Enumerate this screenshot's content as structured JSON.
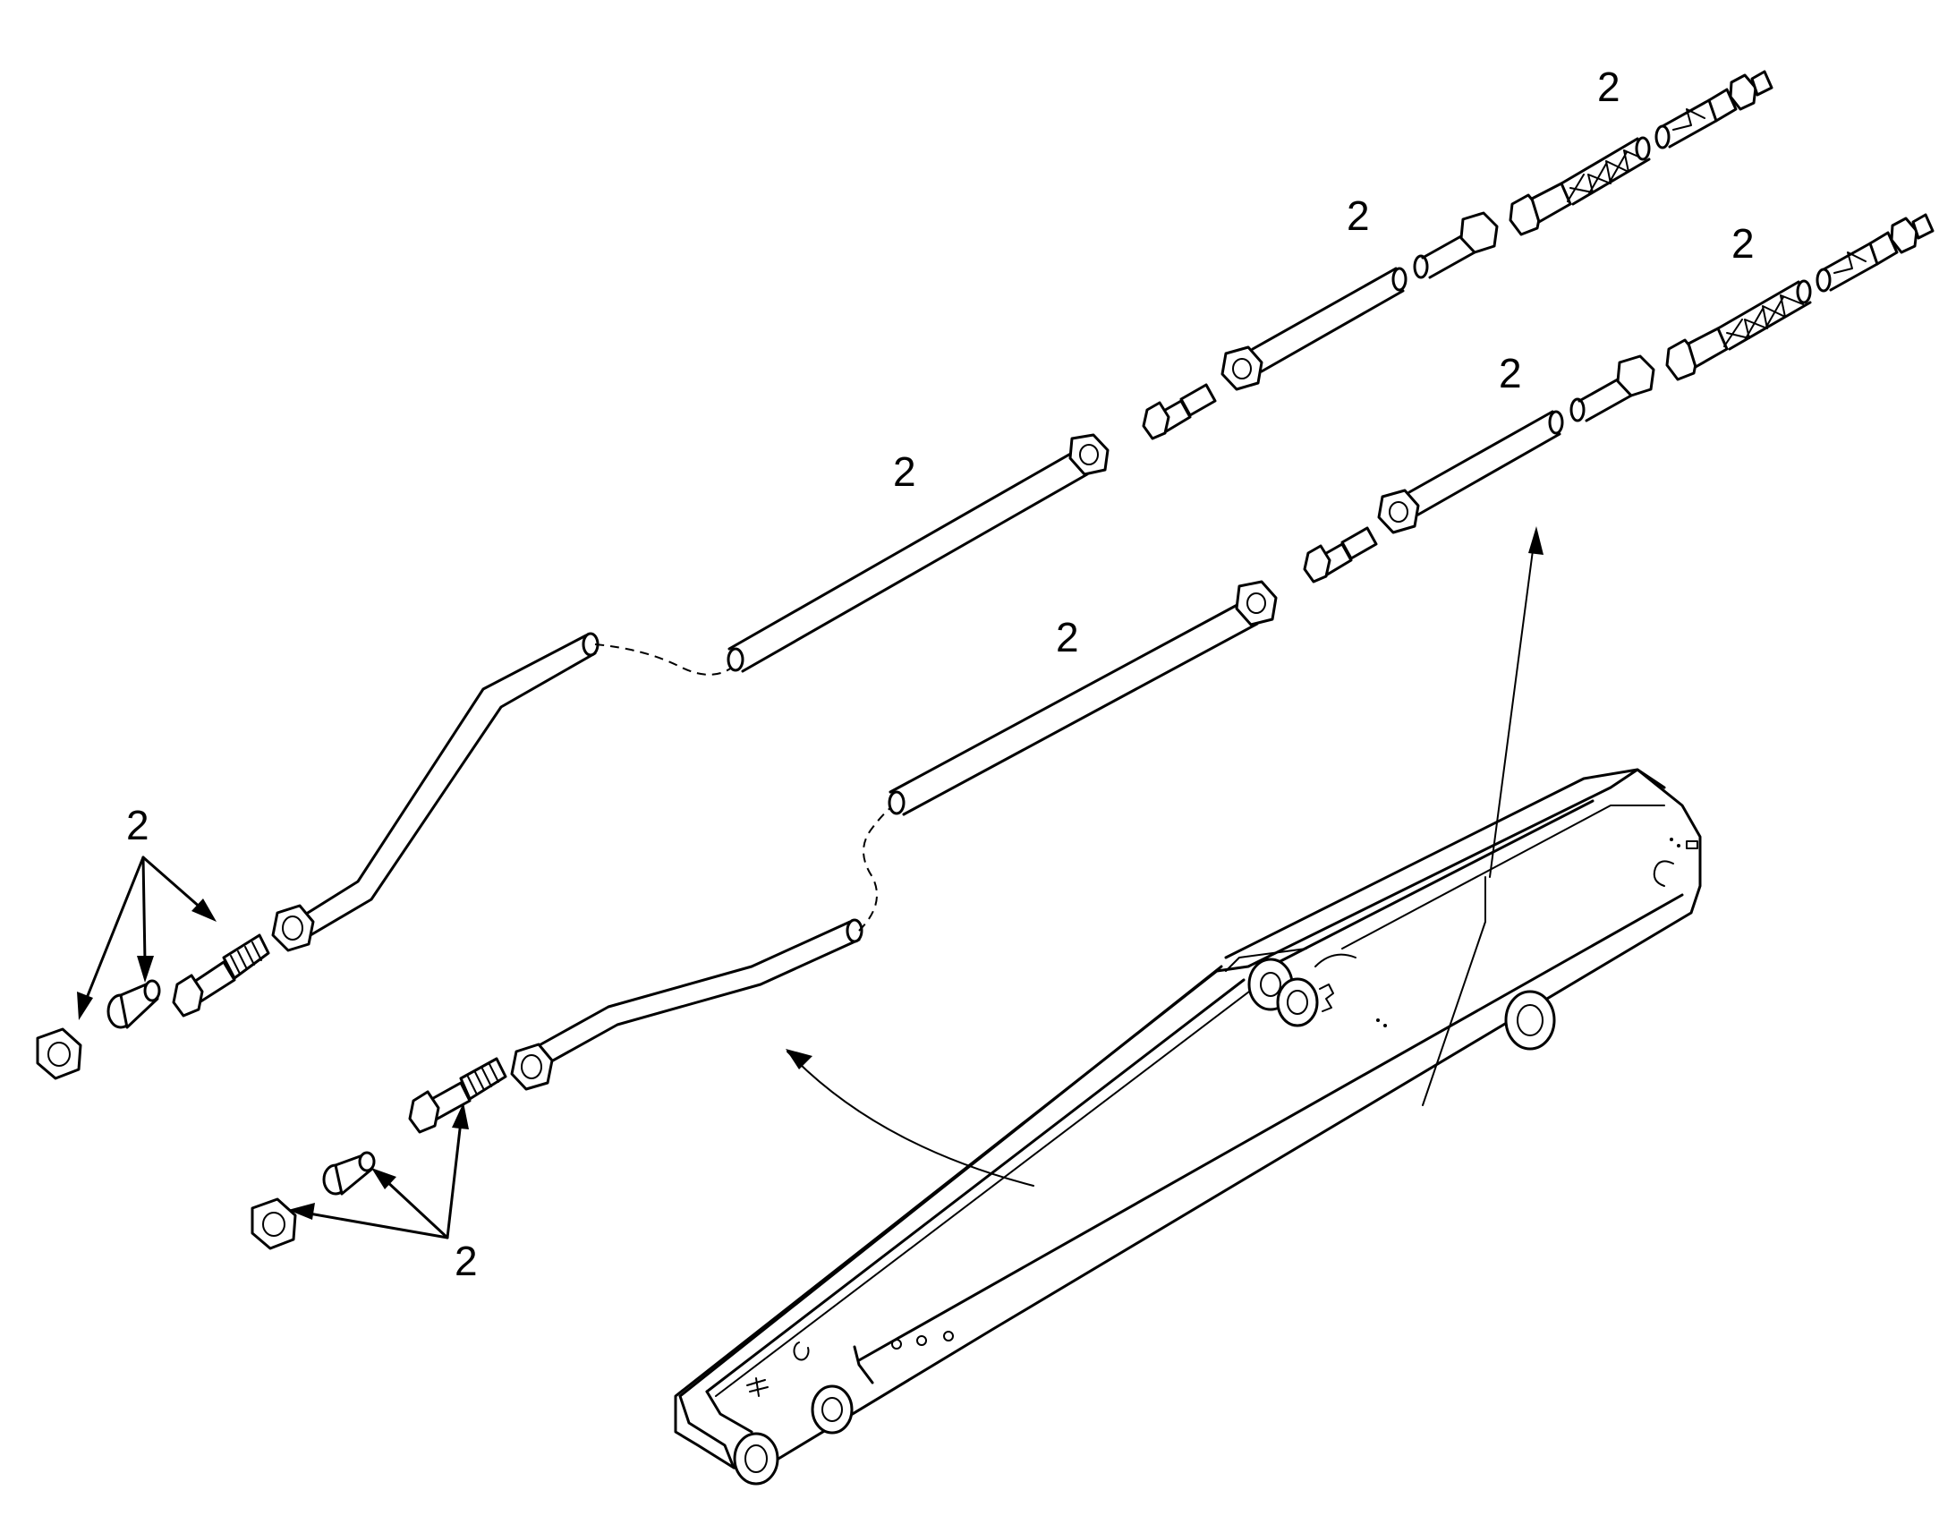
{
  "callouts": {
    "c1": "2",
    "c2": "2",
    "c3": "2",
    "c4": "2",
    "c5": "2",
    "c6": "2",
    "c7": "2",
    "c8": "2"
  },
  "colors": {
    "line": "#000000",
    "background": "#ffffff"
  }
}
